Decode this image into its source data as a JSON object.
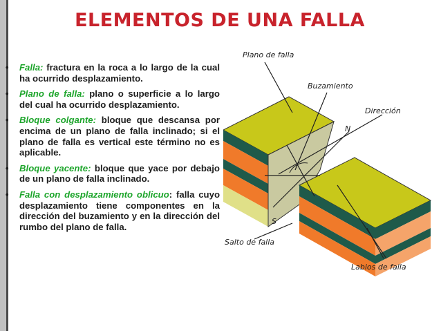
{
  "slide": {
    "title": "ELEMENTOS DE UNA FALLA"
  },
  "items": [
    {
      "term": "Falla:",
      "text": " fractura en la roca a lo largo de la cual ha ocurrido desplazamiento."
    },
    {
      "term": "Plano de falla:",
      "text": " plano o superficie a lo largo del cual ha ocurrido desplazamiento."
    },
    {
      "term": "Bloque colgante:",
      "text": " bloque que descansa por encima de un plano de falla inclinado; si el plano de falla es vertical este término no es aplicable."
    },
    {
      "term": "Bloque yacente:",
      "text": " bloque que yace por debajo de un plano de falla inclinado."
    },
    {
      "term": "Falla con desplazamiento oblicuo",
      "text": ": falla cuyo desplazamiento tiene componentes en la dirección del buzamiento y en la dirección del rumbo del plano de falla."
    }
  ],
  "figure": {
    "labels": {
      "plano": "Plano de falla",
      "buzamiento": "Buzamiento",
      "direccion": "Dirección",
      "n": "N",
      "s": "S",
      "salto": "Salto de falla",
      "labios": "Labios de falla"
    }
  },
  "colors": {
    "title": "#c8232c",
    "term": "#1da52b",
    "top_layer": "#c8c81a",
    "dark_layer": "#1f5a4a",
    "orange_layer": "#f07a2a",
    "side_yellow": "#e0e088"
  }
}
